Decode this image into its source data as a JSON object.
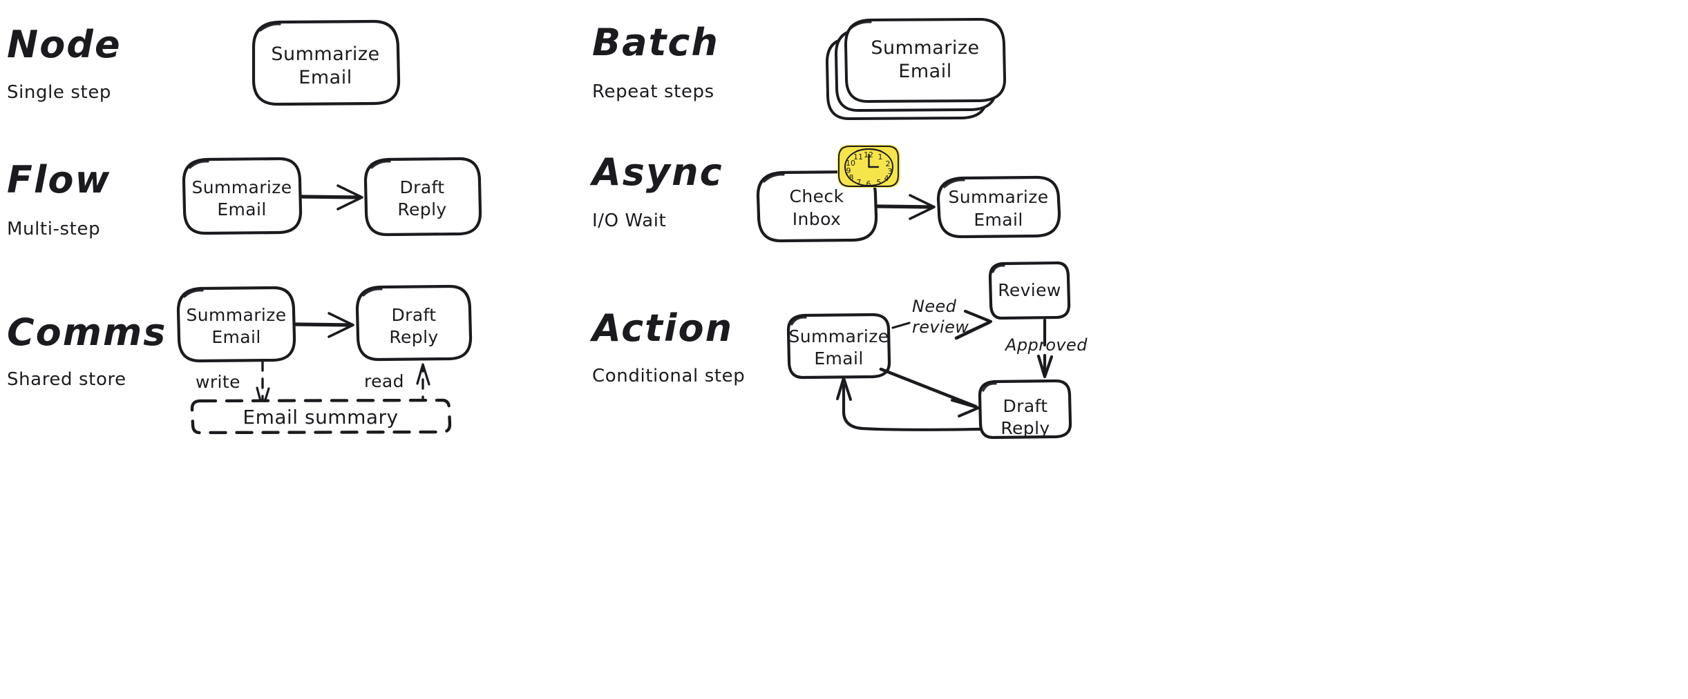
{
  "meta": {
    "background_color": "#ffffff",
    "ink_color": "#1b1b1f",
    "accent_color": "#f6e44b",
    "style": "hand-drawn sketch"
  },
  "sections": [
    {
      "id": "node",
      "title": "Node",
      "subtitle": "Single step",
      "nodes": [
        {
          "id": "summarize-email",
          "lines": [
            "Summarize",
            "Email"
          ]
        }
      ],
      "edges": []
    },
    {
      "id": "batch",
      "title": "Batch",
      "subtitle": "Repeat steps",
      "nodes": [
        {
          "id": "summarize-email",
          "lines": [
            "Summarize",
            "Email"
          ],
          "stacked": true,
          "stack_count": 3
        }
      ],
      "edges": []
    },
    {
      "id": "flow",
      "title": "Flow",
      "subtitle": "Multi-step",
      "nodes": [
        {
          "id": "summarize-email",
          "lines": [
            "Summarize",
            "Email"
          ]
        },
        {
          "id": "draft-reply",
          "lines": [
            "Draft",
            "Reply"
          ]
        }
      ],
      "edges": [
        {
          "from": "summarize-email",
          "to": "draft-reply",
          "label": ""
        }
      ]
    },
    {
      "id": "async",
      "title": "Async",
      "subtitle": "I/O Wait",
      "nodes": [
        {
          "id": "check-inbox",
          "lines": [
            "Check",
            "Inbox"
          ]
        },
        {
          "id": "summarize-email",
          "lines": [
            "Summarize",
            "Email"
          ]
        }
      ],
      "badge": {
        "id": "clock-badge",
        "icon": "clock-icon",
        "color": "#f6e44b",
        "hour": 12,
        "minute": 15,
        "numerals": [
          "12",
          "1",
          "2",
          "3",
          "4",
          "5",
          "6",
          "7",
          "8",
          "9",
          "10",
          "11"
        ]
      },
      "edges": [
        {
          "from": "check-inbox",
          "to": "summarize-email",
          "label": ""
        }
      ]
    },
    {
      "id": "comms",
      "title": "Comms",
      "subtitle": "Shared store",
      "nodes": [
        {
          "id": "summarize-email",
          "lines": [
            "Summarize",
            "Email"
          ]
        },
        {
          "id": "draft-reply",
          "lines": [
            "Draft",
            "Reply"
          ]
        }
      ],
      "store": {
        "id": "email-summary-store",
        "label": "Email summary",
        "dashed": true
      },
      "edges": [
        {
          "from": "summarize-email",
          "to": "draft-reply",
          "label": ""
        },
        {
          "from": "summarize-email",
          "to": "email-summary-store",
          "label": "write",
          "dashed": true
        },
        {
          "from": "email-summary-store",
          "to": "draft-reply",
          "label": "read",
          "dashed": true
        }
      ]
    },
    {
      "id": "action",
      "title": "Action",
      "subtitle": "Conditional step",
      "nodes": [
        {
          "id": "summarize-email",
          "lines": [
            "Summarize",
            "Email"
          ]
        },
        {
          "id": "review",
          "lines": [
            "Review"
          ]
        },
        {
          "id": "draft-reply",
          "lines": [
            "Draft",
            "Reply"
          ]
        }
      ],
      "edges": [
        {
          "from": "summarize-email",
          "to": "review",
          "label": "Need review"
        },
        {
          "from": "review",
          "to": "draft-reply",
          "label": "Approved"
        },
        {
          "from": "summarize-email",
          "to": "draft-reply",
          "label": ""
        },
        {
          "from": "draft-reply",
          "to": "summarize-email",
          "label": ""
        }
      ]
    }
  ],
  "labels": {
    "node_title": "Node",
    "node_sub": "Single step",
    "batch_title": "Batch",
    "batch_sub": "Repeat steps",
    "flow_title": "Flow",
    "flow_sub": "Multi-step",
    "async_title": "Async",
    "async_sub": "I/O Wait",
    "comms_title": "Comms",
    "comms_sub": "Shared store",
    "action_title": "Action",
    "action_sub": "Conditional step",
    "summarize_l1": "Summarize",
    "summarize_l2": "Email",
    "draft_l1": "Draft",
    "draft_l2": "Reply",
    "check_l1": "Check",
    "check_l2": "Inbox",
    "review": "Review",
    "email_summary": "Email summary",
    "write": "write",
    "read": "read",
    "need": "Need",
    "need_review": "review",
    "approved": "Approved",
    "clk12": "12",
    "clk1": "1",
    "clk2": "2",
    "clk3": "3",
    "clk4": "4",
    "clk5": "5",
    "clk6": "6",
    "clk7": "7",
    "clk8": "8",
    "clk9": "9",
    "clk10": "10",
    "clk11": "11"
  }
}
